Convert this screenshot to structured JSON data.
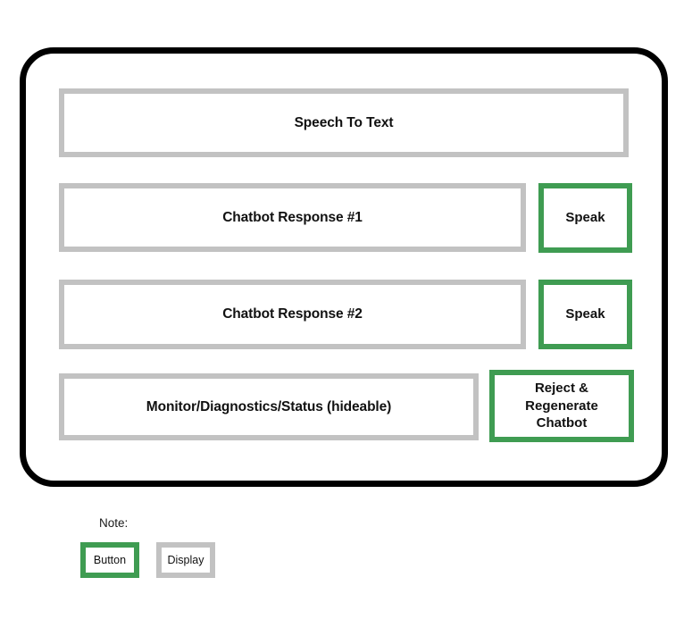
{
  "colors": {
    "frame_border": "#000000",
    "display_border": "#c2c2c2",
    "button_border": "#3f9c52",
    "background": "#ffffff",
    "text": "#111111"
  },
  "frame": {
    "name": "chatbot-voice-interface-mockup"
  },
  "rows": {
    "speech_to_text": {
      "label": "Speech To Text",
      "kind": "display"
    },
    "response_1": {
      "label": "Chatbot Response #1",
      "kind": "display",
      "action_label": "Speak"
    },
    "response_2": {
      "label": "Chatbot Response #2",
      "kind": "display",
      "action_label": "Speak"
    },
    "monitor": {
      "label": "Monitor/Diagnostics/Status (hideable)",
      "kind": "display",
      "action_line_1": "Reject &",
      "action_line_2": "Regenerate",
      "action_line_3": "Chatbot"
    }
  },
  "legend": {
    "title": "Note:",
    "items": [
      {
        "label": "Button",
        "kind": "button"
      },
      {
        "label": "Display",
        "kind": "display"
      }
    ]
  }
}
